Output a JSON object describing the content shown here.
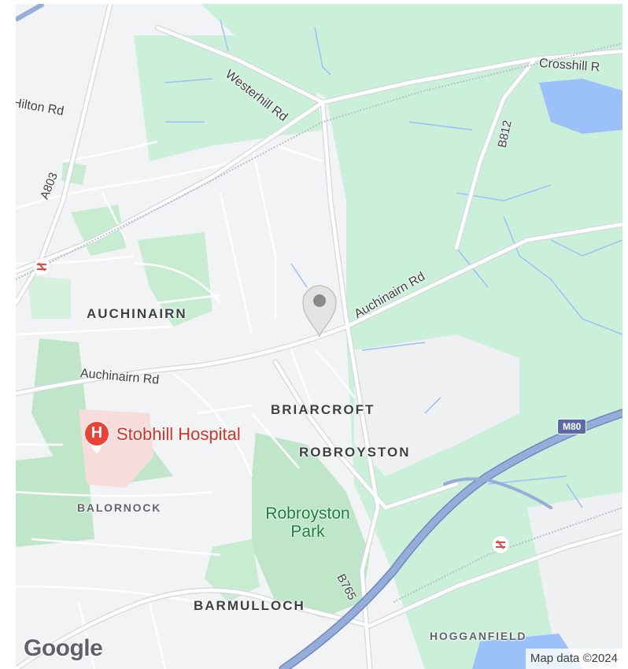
{
  "map": {
    "areas": {
      "auchinairn": "AUCHINAIRN",
      "briarcroft": "BRIARCROFT",
      "robroyston": "ROBROYSTON",
      "balornock": "BALORNOCK",
      "barmulloch": "BARMULLOCH",
      "hogganfield": "HOGGANFIELD"
    },
    "roads": {
      "hilton": "Hilton Rd",
      "westerhill": "Westerhill Rd",
      "crosshill": "Crosshill R",
      "auchinairn_east": "Auchinairn Rd",
      "auchinairn_west": "Auchinairn Rd",
      "a803": "A803",
      "b812": "B812",
      "b765": "B765"
    },
    "motorway_shield": "M80",
    "poi": {
      "hospital_name": "Stobhill Hospital",
      "hospital_letter": "H"
    },
    "park": {
      "line1": "Robroyston",
      "line2": "Park"
    },
    "logo": "Google",
    "attribution": "Map data ©2024",
    "colors": {
      "background": "#f1f3f4",
      "green": "#c7f0d8",
      "dark_green": "#a8dab5",
      "water": "#9cc0f9",
      "motorway": "#8ba4d8",
      "hospital": "#ea4335",
      "pin": "#e3e3e3"
    }
  }
}
